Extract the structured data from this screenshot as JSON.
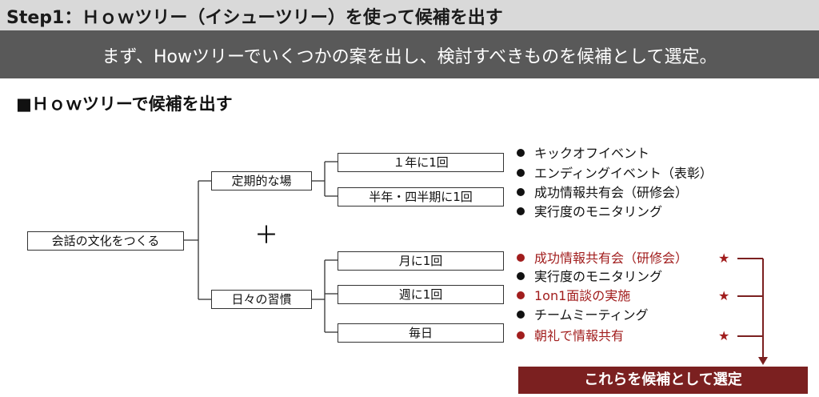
{
  "header": {
    "title": "Step1：Ｈｏｗツリー（イシューツリー）を使って候補を出す",
    "subtitle": "まず、Howツリーでいくつかの案を出し、検討すべきものを候補として選定。"
  },
  "section": {
    "heading": "■Ｈｏｗツリーで候補を出す"
  },
  "tree": {
    "root": "会話の文化をつくる",
    "plus": "＋",
    "branches": [
      {
        "label": "定期的な場",
        "children": [
          {
            "label": "１年に1回"
          },
          {
            "label": "半年・四半期に1回"
          }
        ]
      },
      {
        "label": "日々の習慣",
        "children": [
          {
            "label": "月に1回"
          },
          {
            "label": "週に1回"
          },
          {
            "label": "毎日"
          }
        ]
      }
    ]
  },
  "items": [
    {
      "text": "キックオフイベント",
      "highlight": false
    },
    {
      "text": "エンディングイベント（表彰）",
      "highlight": false
    },
    {
      "text": "成功情報共有会（研修会）",
      "highlight": false
    },
    {
      "text": "実行度のモニタリング",
      "highlight": false
    },
    {
      "text": "成功情報共有会（研修会）",
      "highlight": true
    },
    {
      "text": "実行度のモニタリング",
      "highlight": false
    },
    {
      "text": "1on1面談の実施",
      "highlight": true
    },
    {
      "text": "チームミーティング",
      "highlight": false
    },
    {
      "text": "朝礼で情報共有",
      "highlight": true
    }
  ],
  "star": "★",
  "selection_label": "これらを候補として選定",
  "colors": {
    "accent": "#7b2020",
    "highlight_text": "#a11d1d",
    "subtitle_bg": "#595959",
    "title_bg": "#d9d9d9"
  }
}
